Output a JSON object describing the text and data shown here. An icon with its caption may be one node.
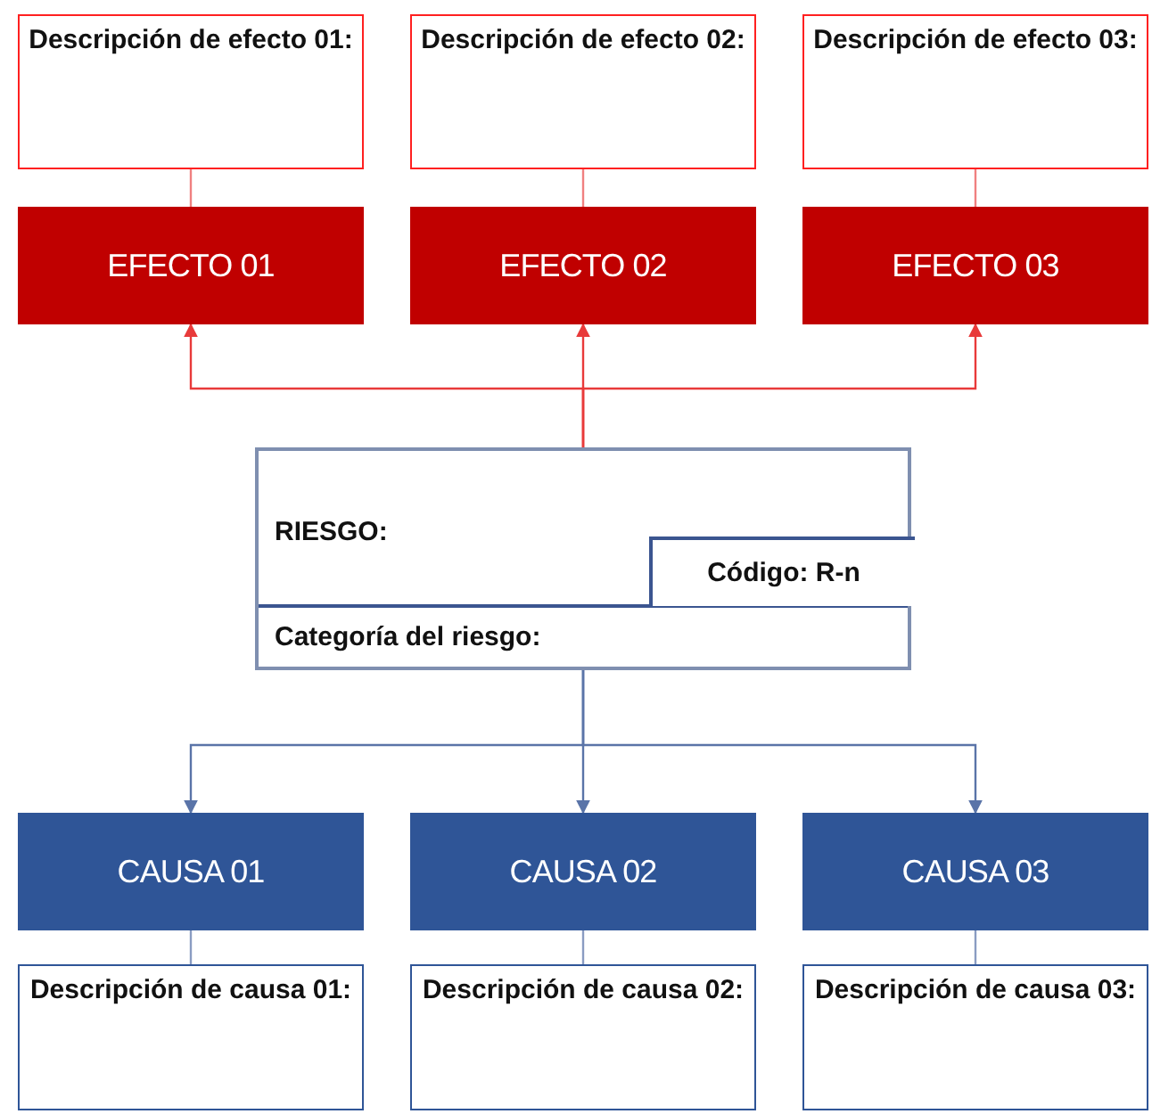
{
  "diagram": {
    "nodes": [
      {
        "text": [
          "Descripción de efecto 01:"
        ]
      },
      {
        "text": [
          "Descripción de efecto 02:"
        ]
      },
      {
        "text": [
          "Descripción de efecto 03:"
        ]
      },
      {
        "text": [
          "EFECTO 01"
        ]
      },
      {
        "text": [
          "EFECTO 02"
        ]
      },
      {
        "text": [
          "EFECTO 03"
        ]
      },
      {
        "text": [
          "RIESGO:",
          "Categoría del riesgo:"
        ]
      },
      {
        "text": [
          "Código: R-n"
        ],
        "in": 6
      },
      {
        "text": [
          "CAUSA 01"
        ]
      },
      {
        "text": [
          "CAUSA 02"
        ]
      },
      {
        "text": [
          "CAUSA 03"
        ]
      },
      {
        "text": [
          "Descripción de causa 01:"
        ]
      },
      {
        "text": [
          "Descripción de causa 02:"
        ]
      },
      {
        "text": [
          "Descripción de causa 03:"
        ]
      }
    ],
    "edges": [
      {
        "from": 0,
        "to": 3,
        "arrow": "none",
        "color": "#f08080"
      },
      {
        "from": 1,
        "to": 4,
        "arrow": "none",
        "color": "#f08080"
      },
      {
        "from": 2,
        "to": 5,
        "arrow": "none",
        "color": "#f08080"
      },
      {
        "from": 6,
        "to": 3,
        "arrow": "to",
        "color": "#e83a3a"
      },
      {
        "from": 6,
        "to": 4,
        "arrow": "to",
        "color": "#e83a3a"
      },
      {
        "from": 6,
        "to": 5,
        "arrow": "to",
        "color": "#e83a3a"
      },
      {
        "from": 6,
        "to": 8,
        "arrow": "to",
        "color": "#5a74a8"
      },
      {
        "from": 6,
        "to": 9,
        "arrow": "to",
        "color": "#5a74a8"
      },
      {
        "from": 6,
        "to": 10,
        "arrow": "to",
        "color": "#5a74a8"
      },
      {
        "from": 8,
        "to": 11,
        "arrow": "none",
        "color": "#8a9cc2"
      },
      {
        "from": 9,
        "to": 12,
        "arrow": "none",
        "color": "#8a9cc2"
      },
      {
        "from": 10,
        "to": 13,
        "arrow": "none",
        "color": "#8a9cc2"
      }
    ]
  }
}
